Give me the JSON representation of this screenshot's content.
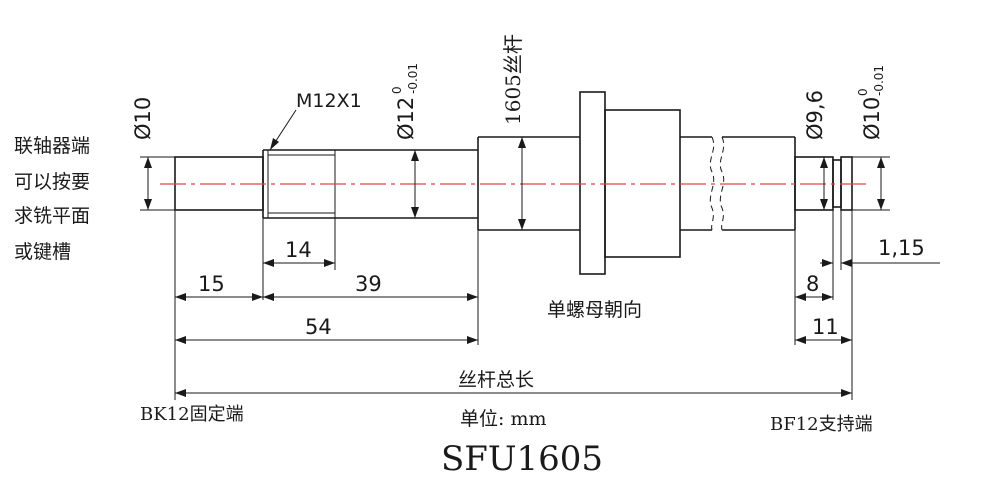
{
  "left_note": [
    "联轴器端",
    "可以按要",
    "求铣平面",
    "或键槽"
  ],
  "thread_label": "M12X1",
  "diameters": {
    "d10_left": "Ø10",
    "d12": "Ø12",
    "d12_tol_upper": "0",
    "d12_tol_lower": "-0.01",
    "screw": "1605丝杆",
    "d9_6": "Ø9,6",
    "d10_right": "Ø10",
    "d10_right_tol_upper": "0",
    "d10_right_tol_lower": "-0.01"
  },
  "dimensions": {
    "thread_length": "14",
    "left_end": "15",
    "mid_39": "39",
    "total_54": "54",
    "groove_1_15": "1,15",
    "right_8": "8",
    "right_11": "11"
  },
  "nut_direction": "单螺母朝向",
  "total_length": "丝杆总长",
  "left_support": "BK12固定端",
  "right_support": "BF12支持端",
  "unit": "单位: mm",
  "model": "SFU1605",
  "colors": {
    "line": "#1a1a1a",
    "centerline": "#e0434a",
    "background": "#ffffff"
  }
}
